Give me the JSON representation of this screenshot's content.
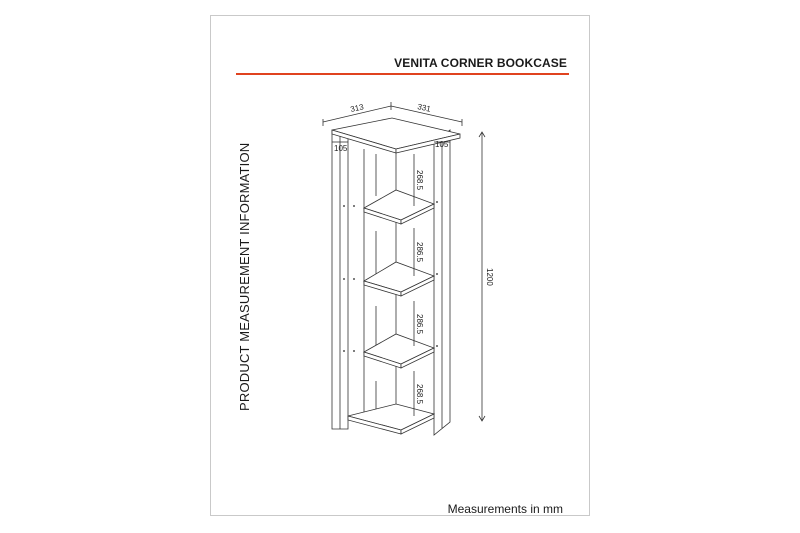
{
  "title": "VENITA CORNER BOOKCASE",
  "side_heading": "PRODUCT MEASUREMENT INFORMATION",
  "footnote": "Measurements in mm",
  "accent_color": "#e0431f",
  "dimensions": {
    "depth_left": "313",
    "depth_right": "331",
    "side_left": "105",
    "side_right": "105",
    "height_total": "1200",
    "gap_1": "268.5",
    "gap_2": "286.5",
    "gap_3": "286.5",
    "gap_4": "268.5"
  }
}
